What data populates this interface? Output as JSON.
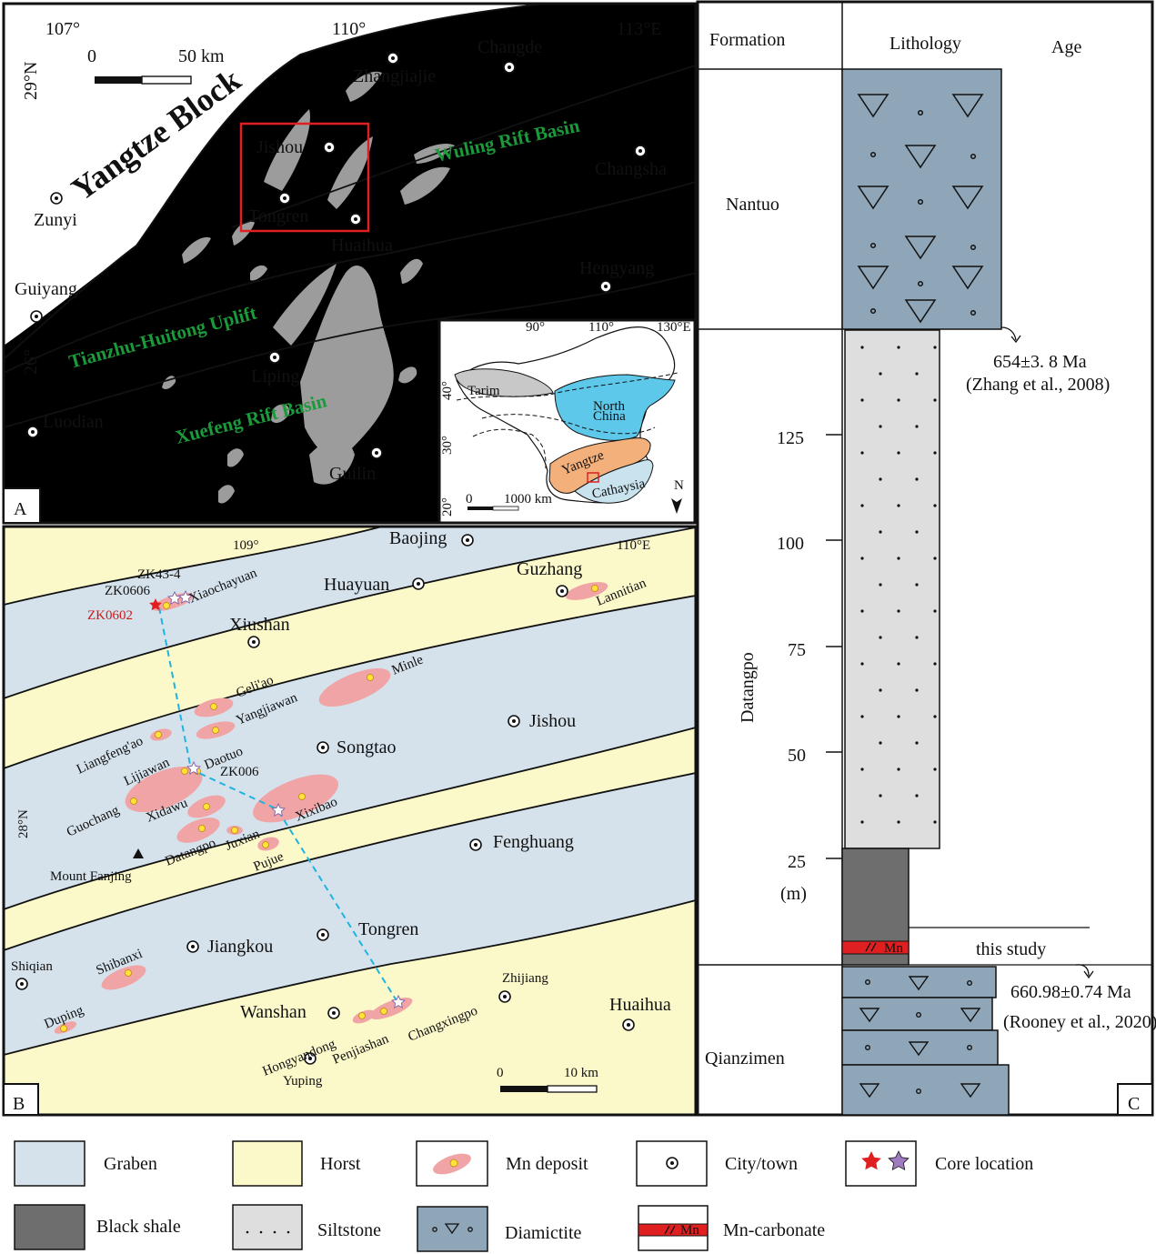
{
  "colors": {
    "graben": "#d5e2ec",
    "horst": "#fbf8c9",
    "mn_deposit": "#f0a4a6",
    "diamictite": "#8ea6b8",
    "siltstone": "#dedede",
    "black_shale": "#6e6e6e",
    "mn_carbonate": "#e02020",
    "outcrop": "#9c9c9c",
    "core_red": "#e02020",
    "core_purple": "#a07bbf",
    "section_line": "#1fb4e0"
  },
  "panel_a": {
    "letter": "A",
    "block_label": "Yangtze Block",
    "lon_ticks": [
      "107°",
      "110°",
      "113°E"
    ],
    "lat_ticks": [
      "29°N",
      "26°"
    ],
    "scale": {
      "start": "0",
      "end": "50 km"
    },
    "basins": [
      "Wuling Rift Basin",
      "Tianzhu-Huitong Uplift",
      "Xuefeng Rift Basin"
    ],
    "cities": [
      "Zhangjiajie",
      "Changde",
      "Jishou",
      "Changsha",
      "Zunyi",
      "Tongren",
      "Huaihua",
      "Guiyang",
      "Hengyang",
      "Liping",
      "Luodian",
      "Guilin"
    ]
  },
  "inset": {
    "lon_ticks": [
      "90°",
      "110°",
      "130°E"
    ],
    "lat_ticks": [
      "40°",
      "30°",
      "20°"
    ],
    "regions": [
      "Tarim",
      "North China",
      "Yangtze",
      "Cathaysia"
    ],
    "scale": {
      "start": "0",
      "end": "1000 km"
    },
    "north": "N"
  },
  "panel_b": {
    "letter": "B",
    "lon_ticks": [
      "109°",
      "110°E"
    ],
    "lat_tick": "28°N",
    "scale": {
      "start": "0",
      "end": "10 km"
    },
    "cities": [
      "Baojing",
      "Huayuan",
      "Guzhang",
      "Xiushan",
      "Jishou",
      "Songtao",
      "Fenghuang",
      "Tongren",
      "Jiangkou",
      "Shiqian",
      "Wanshan",
      "Zhijiang",
      "Huaihua",
      "Yuping"
    ],
    "deposits": [
      "Xiaochayuan",
      "Lannitian",
      "Minle",
      "Geli'ao",
      "Yangjiawan",
      "Liangfeng'ao",
      "Lijiawan",
      "Daotuo",
      "Guochang",
      "Xidawu",
      "Xixibao",
      "Datangpo",
      "Juxian",
      "Pujue",
      "Shibanxi",
      "Duping",
      "Hongyandong",
      "Penjiashan",
      "Changxingpo"
    ],
    "cores": [
      "ZK43-4",
      "ZK0606",
      "ZK0602",
      "ZK006"
    ],
    "mountain": "Mount Fanjing"
  },
  "panel_c": {
    "letter": "C",
    "headers": [
      "Formation",
      "Lithology",
      "Age"
    ],
    "formations": [
      "Nantuo",
      "Datangpo",
      "Qianzimen"
    ],
    "scale_ticks": [
      "125",
      "100",
      "75",
      "50",
      "25"
    ],
    "unit": "(m)",
    "mn_label": "Mn",
    "this_study": "this study",
    "age_top": {
      "value": "654±3. 8 Ma",
      "ref": "(Zhang et al., 2008)"
    },
    "age_bottom": {
      "value": "660.98±0.74 Ma",
      "ref": "(Rooney et al., 2020)"
    }
  },
  "legend": {
    "items": [
      "Graben",
      "Horst",
      "Mn deposit",
      "City/town",
      "Core location",
      "Black shale",
      "Siltstone",
      "Diamictite",
      "Mn-carbonate"
    ],
    "mn_swatch": "Mn"
  }
}
